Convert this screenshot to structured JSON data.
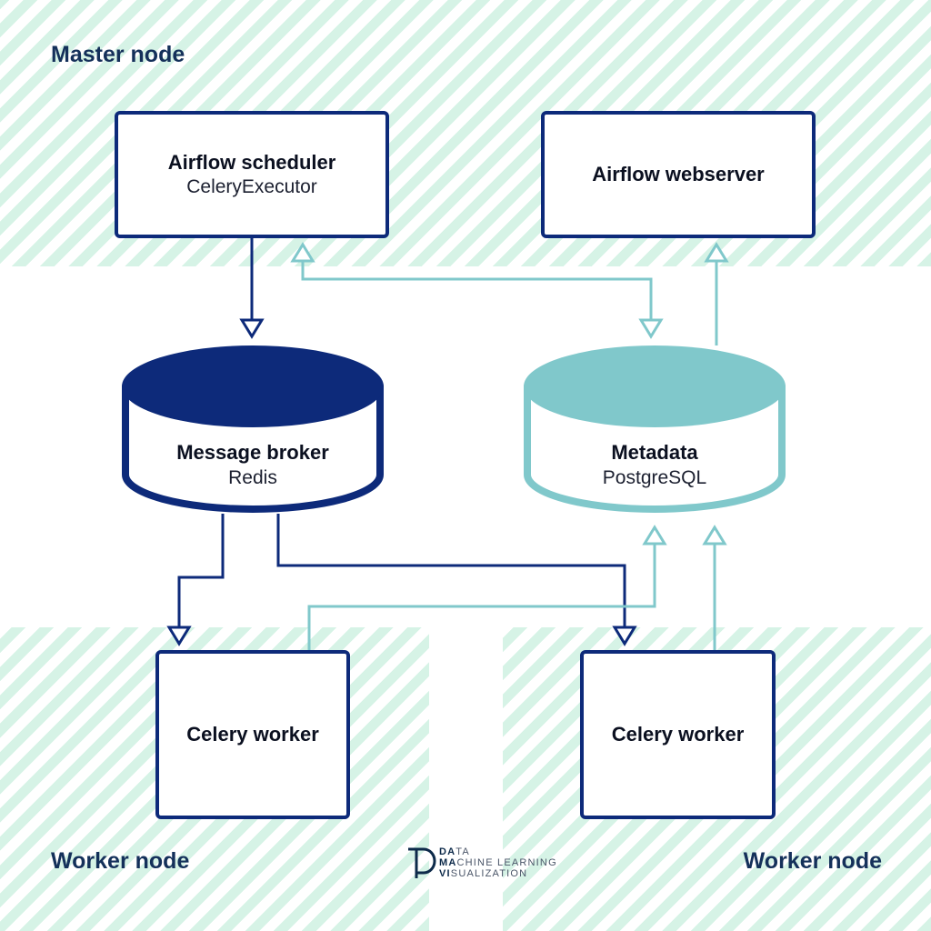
{
  "zones": {
    "master_label": "Master node",
    "worker_left_label": "Worker node",
    "worker_right_label": "Worker node"
  },
  "components": {
    "scheduler": {
      "title": "Airflow scheduler",
      "subtitle": "CeleryExecutor"
    },
    "webserver": {
      "title": "Airflow webserver"
    },
    "broker": {
      "title": "Message broker",
      "subtitle": "Redis"
    },
    "metadata": {
      "title": "Metadata",
      "subtitle": "PostgreSQL"
    },
    "worker_left": {
      "title": "Celery worker"
    },
    "worker_right": {
      "title": "Celery worker"
    }
  },
  "logo": {
    "line1_bold": "DA",
    "line1_rest": "TA",
    "line2_bold": "MA",
    "line2_rest": "CHINE LEARNING",
    "line3_bold": "VI",
    "line3_rest": "SUALIZATION"
  },
  "colors": {
    "navy": "#0d2a7a",
    "teal": "#80c8cb",
    "stripe": "#d6f3e6",
    "label": "#14305a"
  }
}
